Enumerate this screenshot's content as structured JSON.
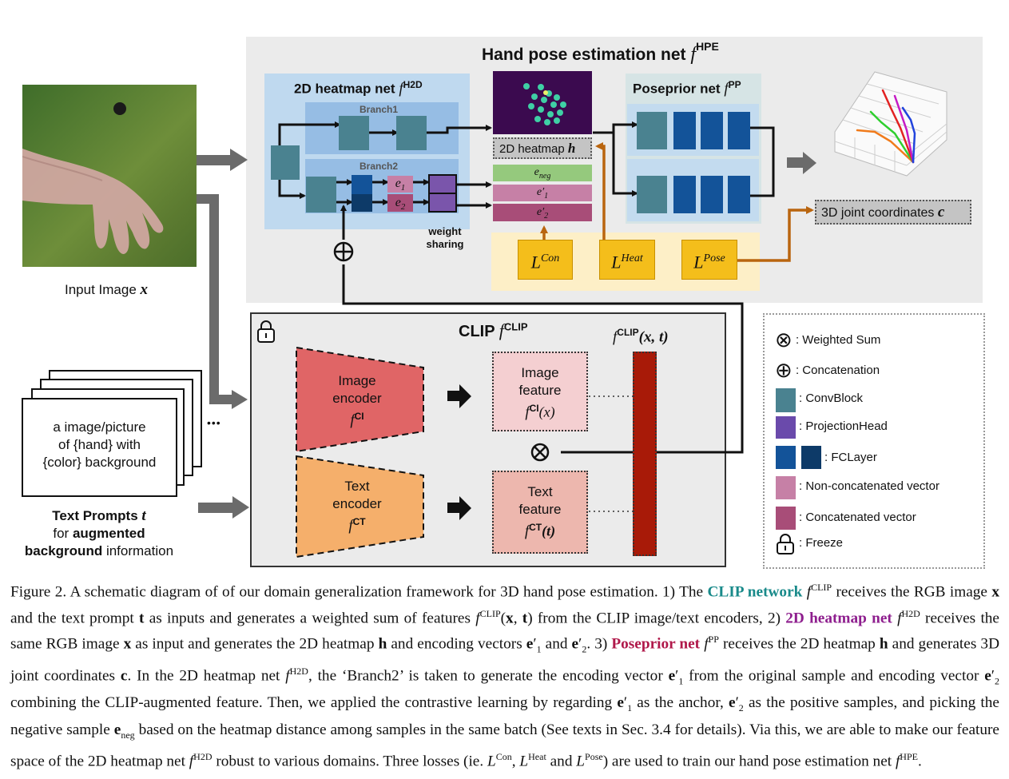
{
  "hpe": {
    "title": "Hand pose estimation net",
    "fn": "f",
    "sup": "HPE"
  },
  "h2d": {
    "title": "2D heatmap net",
    "fn": "f",
    "sup": "H2D",
    "branch1": "Branch1",
    "branch2": "Branch2",
    "weight_sharing_1": "weight",
    "weight_sharing_2": "sharing"
  },
  "vectors": {
    "e1": "e",
    "e1_sub": "1",
    "e2": "e",
    "e2_sub": "2",
    "eneg": "e",
    "eneg_sub": "neg",
    "e1p": "e",
    "e1p_sub": "1",
    "e1p_prime": "′",
    "e2p": "e",
    "e2p_sub": "2",
    "e2p_prime": "′"
  },
  "heatmap_label": {
    "text": "2D heatmap",
    "var": "h"
  },
  "pp": {
    "title": "Poseprior net",
    "fn": "f",
    "sup": "PP"
  },
  "output": {
    "text": "3D joint coordinates",
    "var": "c"
  },
  "losses": [
    {
      "name": "L",
      "sup": "Con"
    },
    {
      "name": "L",
      "sup": "Heat"
    },
    {
      "name": "L",
      "sup": "Pose"
    }
  ],
  "input_image": {
    "label": "Input Image",
    "var": "x"
  },
  "clip": {
    "title": "CLIP",
    "fn": "f",
    "sup": "CLIP",
    "out_fn": "f",
    "out_sup": "CLIP",
    "out_args": "(x, t)"
  },
  "encoders": {
    "image": {
      "line1": "Image",
      "line2": "encoder",
      "fn": "f",
      "sup": "CI"
    },
    "text": {
      "line1": "Text",
      "line2": "encoder",
      "fn": "f",
      "sup": "CT"
    }
  },
  "features": {
    "image": {
      "line1": "Image",
      "line2": "feature",
      "fn": "f",
      "sup": "CI",
      "arg": "(x)"
    },
    "text": {
      "line1": "Text",
      "line2": "feature",
      "fn": "f",
      "sup": "CT",
      "arg": "(t)"
    }
  },
  "prompt": {
    "line1": "a image/picture",
    "line2": "of {hand} with",
    "line3": "{color} background",
    "ellipsis": "•••",
    "cap1_bold": "Text Prompts",
    "cap1_var": "t",
    "cap2_pre": "for",
    "cap2_bold": "augmented",
    "cap3_bold": "background",
    "cap3_post": "information"
  },
  "legend": [
    {
      "symbol": "⊗",
      "text": ": Weighted Sum"
    },
    {
      "symbol": "⊕",
      "text": ": Concatenation"
    },
    {
      "text": ": ConvBlock"
    },
    {
      "text": ": ProjectionHead"
    },
    {
      "text": " : FCLayer"
    },
    {
      "text": ": Non-concatenated vector"
    },
    {
      "text": ": Concatenated vector"
    },
    {
      "text": ": Freeze"
    }
  ],
  "caption": {
    "p1": "Figure 2. A schematic diagram of of our domain generalization framework for 3D hand pose estimation.  1) The ",
    "clip_net": "CLIP network",
    "p2": " receives the RGB image ",
    "p3": " and the text prompt ",
    "p4": " as inputs and generates a weighted sum of features ",
    "p5": " from the CLIP image/text encoders, 2) ",
    "h2d_net": "2D heatmap net",
    "p6": " receives the same RGB image ",
    "p7": " as input and generates the 2D heatmap ",
    "p8": " and encoding vectors ",
    "p9": " and ",
    "p10": ". 3) ",
    "pp_net": "Poseprior net",
    "p11": " receives the 2D heatmap ",
    "p12": " and generates 3D joint coordinates ",
    "p13": ". In the 2D heatmap net ",
    "p14": ", the ‘Branch2’ is taken to generate the encoding vector ",
    "p15": " from the original sample and encoding vector ",
    "p16": " combining the CLIP-augmented feature. Then, we applied the contrastive learning by regarding ",
    "p17": " as the anchor, ",
    "p18": " as the positive samples, and picking the negative sample ",
    "p19": " based on the heatmap distance among samples in the same batch (See texts in Sec. 3.4 for details). Via this, we are able to make our feature space of the 2D heatmap net ",
    "p20": " robust to various domains. Three losses (ie. ",
    "p21": ", ",
    "p22": " and ",
    "p23": ") are used to train our hand pose estimation net ",
    "p24": "."
  }
}
